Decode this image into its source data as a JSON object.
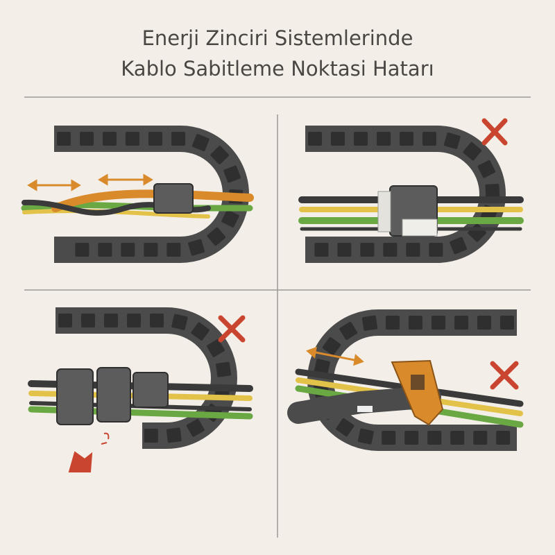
{
  "title": {
    "line1": "Enerji Zinciri Sistemlerinde",
    "line2": "Kablo Sabitleme Noktasi Hatarı"
  },
  "colors": {
    "background": "#f3efe8",
    "chain": "#4b4b4b",
    "link": "#2f2f2f",
    "orange": "#d98a2b",
    "green": "#6aa843",
    "yellow": "#e3c24a",
    "cross": "#c9452f",
    "divider": "#9b9792"
  },
  "panels": [
    {
      "id": "panel-1",
      "status": "correct",
      "icons": [
        "double-arrow-icon"
      ]
    },
    {
      "id": "panel-2",
      "status": "wrong",
      "icons": [
        "cross-icon"
      ]
    },
    {
      "id": "panel-3",
      "status": "wrong",
      "icons": [
        "cross-icon",
        "broken-cable-icon"
      ]
    },
    {
      "id": "panel-4",
      "status": "wrong",
      "icons": [
        "cross-icon",
        "double-arrow-icon"
      ]
    }
  ]
}
